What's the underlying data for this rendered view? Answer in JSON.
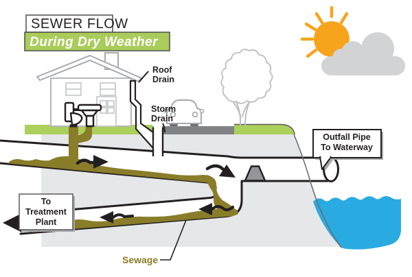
{
  "title": {
    "main": "SEWER FLOW",
    "sub": "During Dry Weather"
  },
  "callouts": {
    "roof_drain": {
      "line1": "Roof",
      "line2": "Drain"
    },
    "storm_drain": {
      "line1": "Storm",
      "line2": "Drain"
    },
    "outfall": {
      "line1": "Outfall Pipe",
      "line2": "To Waterway"
    },
    "treatment": {
      "line1": "To",
      "line2": "Treatment",
      "line3": "Plant"
    },
    "sewage": {
      "label": "Sewage"
    }
  },
  "colors": {
    "title_green": "#a9cc5a",
    "grass": "#abd05c",
    "road": "#808285",
    "ground": "#e6e7e8",
    "sewage": "#8a7d2a",
    "water": "#29abe2",
    "sun": "#f7a41d",
    "cloud": "#d1d3d4",
    "weir": "#939598",
    "outline": "#231f20"
  }
}
